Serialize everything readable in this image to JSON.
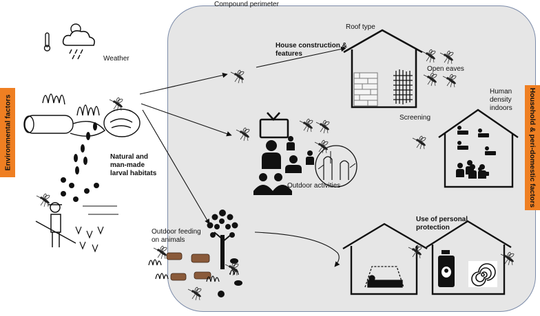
{
  "labels": {
    "compound_perimeter": "Compound perimeter",
    "roof_type": "Roof type",
    "house_construction": "House construction &",
    "house_construction_2": "features",
    "open_eaves": "Open eaves",
    "screening": "Screening",
    "human_density_1": "Human",
    "human_density_2": "density",
    "human_density_3": "indoors",
    "weather": "Weather",
    "larval_1": "Natural and",
    "larval_2": "man-made",
    "larval_3": "larval habitats",
    "outdoor_activities": "Outdoor activities",
    "outdoor_feeding_1": "Outdoor feeding",
    "outdoor_feeding_2": "on animals",
    "personal_protection_1": "Use of personal",
    "personal_protection_2": "protection"
  },
  "side_tags": {
    "left": "Environmental factors",
    "right": "Household & peri-domestic factors"
  },
  "colors": {
    "tag_orange": "#ef7f22",
    "perimeter_fill": "#e6e6e6",
    "perimeter_border": "#7a8aa8"
  },
  "icons": [
    "weather-icon",
    "mosquito-icon",
    "house-icon",
    "tv-icon",
    "people-icon",
    "tree-icon",
    "cattle-icon",
    "spray-can-icon",
    "mosquito-coil-icon",
    "bed-net-icon",
    "farmer-icon",
    "footprints-icon"
  ]
}
